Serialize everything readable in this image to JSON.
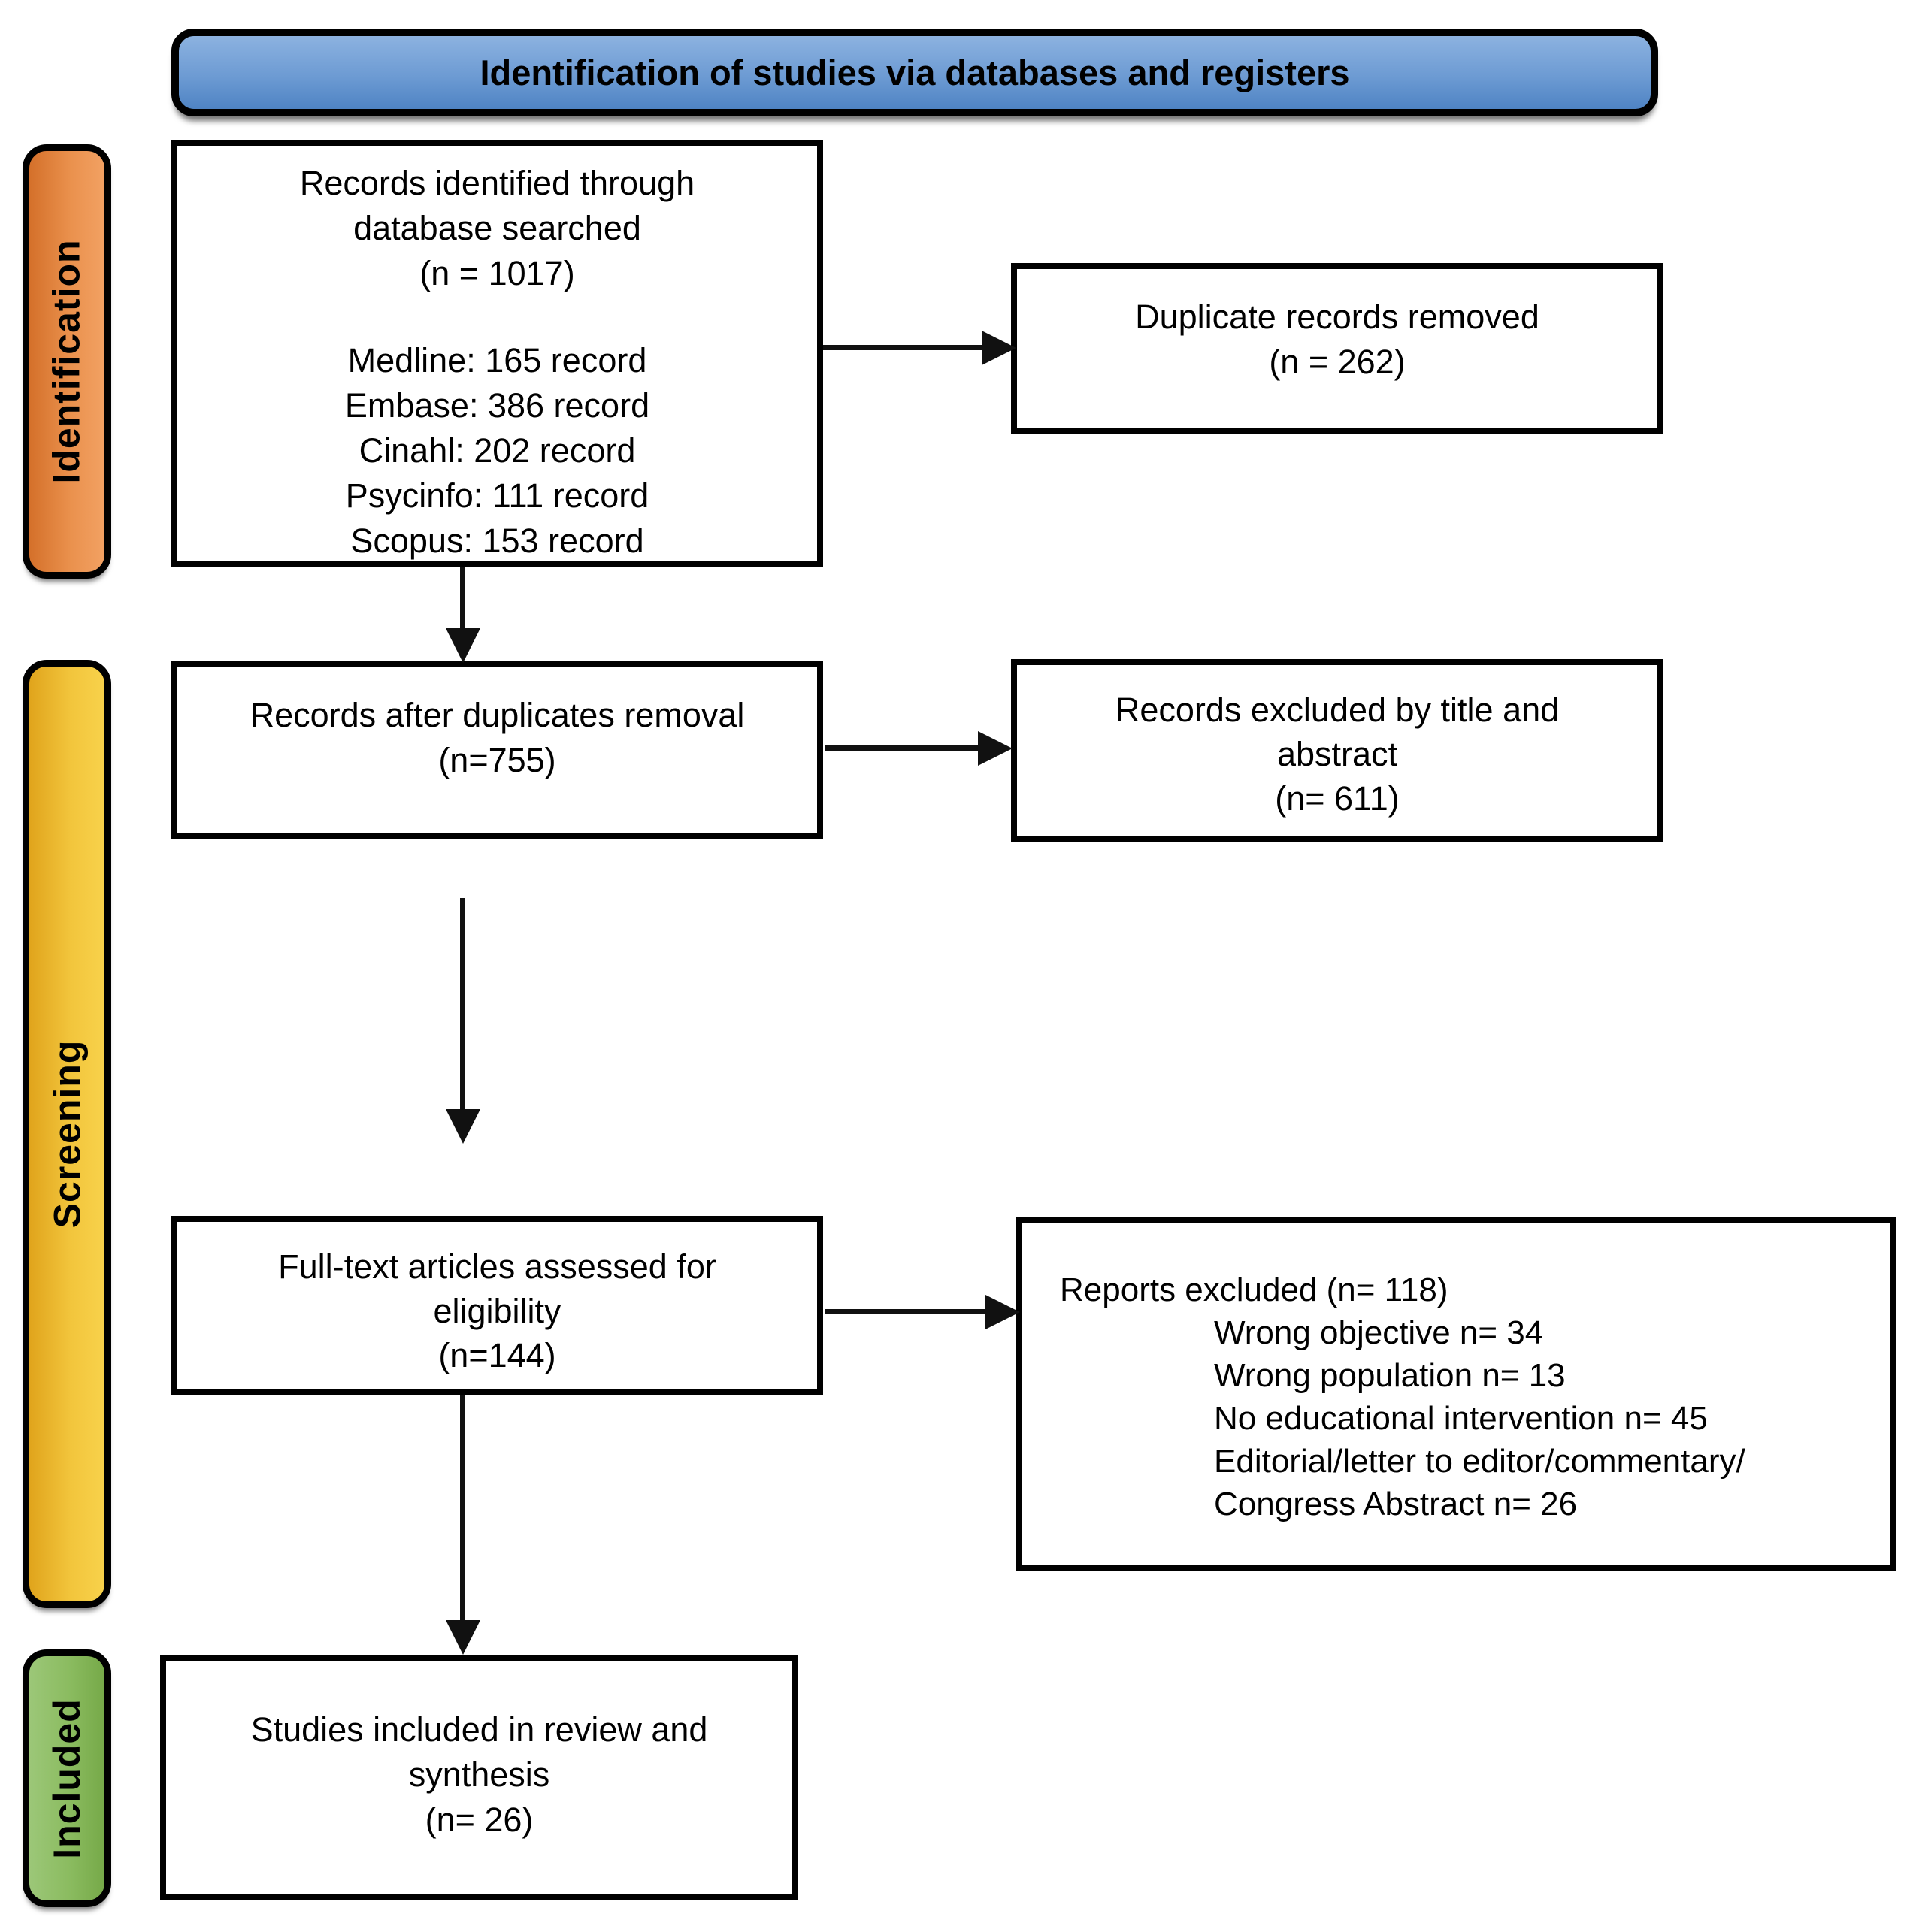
{
  "header": {
    "title": "Identification of studies via databases and registers",
    "color_top": "#8cb2e0",
    "color_bottom": "#4f84c4"
  },
  "stages": {
    "identification": {
      "label": "Identification",
      "color_left": "#d4702a",
      "color_right": "#f2a163"
    },
    "screening": {
      "label": "Screening",
      "color_left": "#e0a41c",
      "color_right": "#f8d24b"
    },
    "included": {
      "label": "Included",
      "color_left": "#9cc778",
      "color_right": "#76a948"
    }
  },
  "boxes": {
    "records_identified": {
      "line1": "Records identified through",
      "line2": "database searched",
      "line3": "(n = 1017)",
      "sources": [
        "Medline: 165 record",
        "Embase: 386 record",
        "Cinahl: 202 record",
        "Psycinfo: 111 record",
        "Scopus: 153 record"
      ]
    },
    "duplicates_removed": {
      "line1": "Duplicate records removed",
      "line2": "(n = 262)"
    },
    "after_duplicates": {
      "line1": "Records after duplicates removal",
      "line2": "(n=755)"
    },
    "excluded_title_abstract": {
      "line1": "Records excluded by title and",
      "line2": "abstract",
      "line3": "(n= 611)"
    },
    "fulltext_assessed": {
      "line1": "Full-text articles assessed for",
      "line2": "eligibility",
      "line3": "(n=144)"
    },
    "reports_excluded": {
      "title": "Reports excluded (n= 118)",
      "reasons": [
        "Wrong objective n= 34",
        "Wrong population n= 13",
        "No educational intervention n= 45",
        "Editorial/letter to editor/commentary/",
        "Congress Abstract n= 26"
      ]
    },
    "studies_included": {
      "line1": "Studies included in review and",
      "line2": "synthesis",
      "line3": "(n= 26)"
    }
  }
}
